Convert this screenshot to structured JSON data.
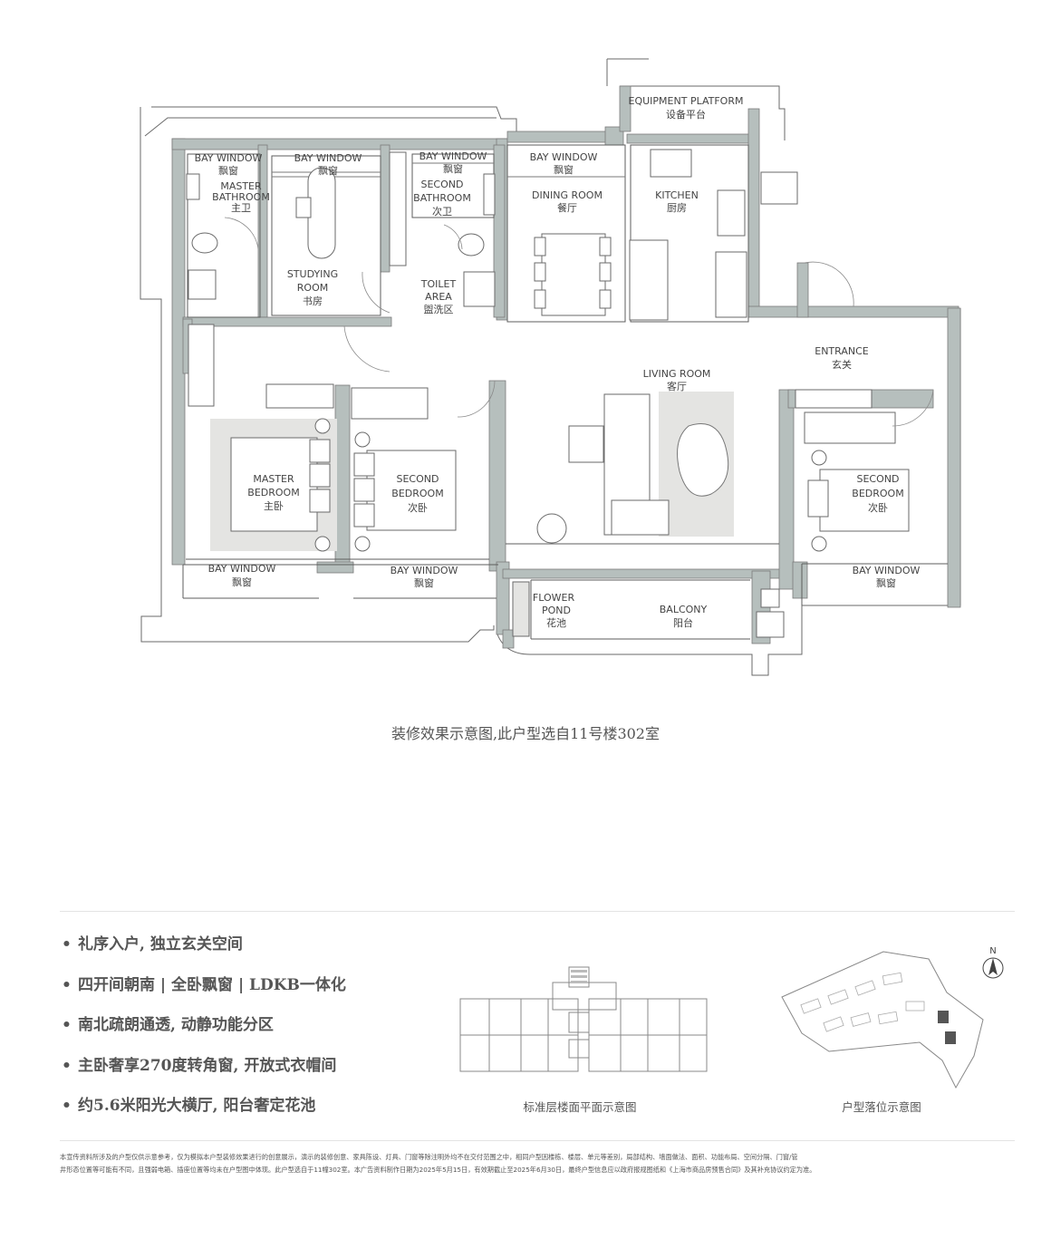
{
  "rooms": {
    "bay_window_1": [
      "BAY WINDOW",
      "飘窗"
    ],
    "bay_window_2": [
      "BAY WINDOW",
      "飘窗"
    ],
    "bay_window_3": [
      "BAY WINDOW",
      "飘窗"
    ],
    "bay_window_4": [
      "BAY WINDOW",
      "飘窗"
    ],
    "bay_window_5": [
      "BAY WINDOW",
      "飘窗"
    ],
    "bay_window_6": [
      "BAY WINDOW",
      "飘窗"
    ],
    "bay_window_7": [
      "BAY WINDOW",
      "飘窗"
    ],
    "master_bathroom": [
      "MASTER",
      "BATHROOM",
      "主卫"
    ],
    "second_bathroom": [
      "SECOND",
      "BATHROOM",
      "次卫"
    ],
    "studying_room": [
      "STUDYING",
      "ROOM",
      "书房"
    ],
    "toilet_area": [
      "TOILET",
      "AREA",
      "盥洗区"
    ],
    "dining_room": [
      "DINING ROOM",
      "餐厅"
    ],
    "kitchen": [
      "KITCHEN",
      "厨房"
    ],
    "equipment_platform": [
      "EQUIPMENT PLATFORM",
      "设备平台"
    ],
    "entrance": [
      "ENTRANCE",
      "玄关"
    ],
    "living_room": [
      "LIVING ROOM",
      "客厅"
    ],
    "master_bedroom": [
      "MASTER",
      "BEDROOM",
      "主卧"
    ],
    "second_bedroom_1": [
      "SECOND",
      "BEDROOM",
      "次卧"
    ],
    "second_bedroom_2": [
      "SECOND",
      "BEDROOM",
      "次卧"
    ],
    "flower_pond": [
      "FLOWER",
      "POND",
      "花池"
    ],
    "balcony": [
      "BALCONY",
      "阳台"
    ]
  },
  "caption": "装修效果示意图,此户型选自11号楼302室",
  "features": [
    "礼序入户, 独立玄关空间",
    "四开间朝南 | 全卧飘窗 | LDKB一体化",
    "南北疏朗通透, 动静功能分区",
    "主卧奢享270度转角窗, 开放式衣帽间",
    "约5.6米阳光大横厅, 阳台奢定花池"
  ],
  "bullet": "•",
  "floor_plan_caption": "标准层楼面平面示意图",
  "site_plan_caption": "户型落位示意图",
  "north_label": "N",
  "disclaimer_lines": [
    "本宣传资料所涉及的户型仅供示意参考，仅为模拟本户型装修效果进行的创意展示，演示的装修创意、家具陈设、灯具、门窗等除注明外均不在交付范围之中，相同户型因楼栋、楼层、单元等差别，局部结构、墙面做法、面积、功能布局、空间分隔、门窗/管",
    "井形态位置等可能有不同，且强弱电箱、插座位置等均未在户型图中体现。此户型选自于11幢302室。本广告资料制作日期为2025年5月15日，有效期截止至2025年6月30日，最终户型信息应以政府报规图纸和《上海市商品房预售合同》及其补充协议约定为准。"
  ],
  "colors": {
    "wall": "#b6bfbd",
    "line": "#5c5c5c",
    "rug": "#e4e4e2",
    "text": "#444444"
  }
}
